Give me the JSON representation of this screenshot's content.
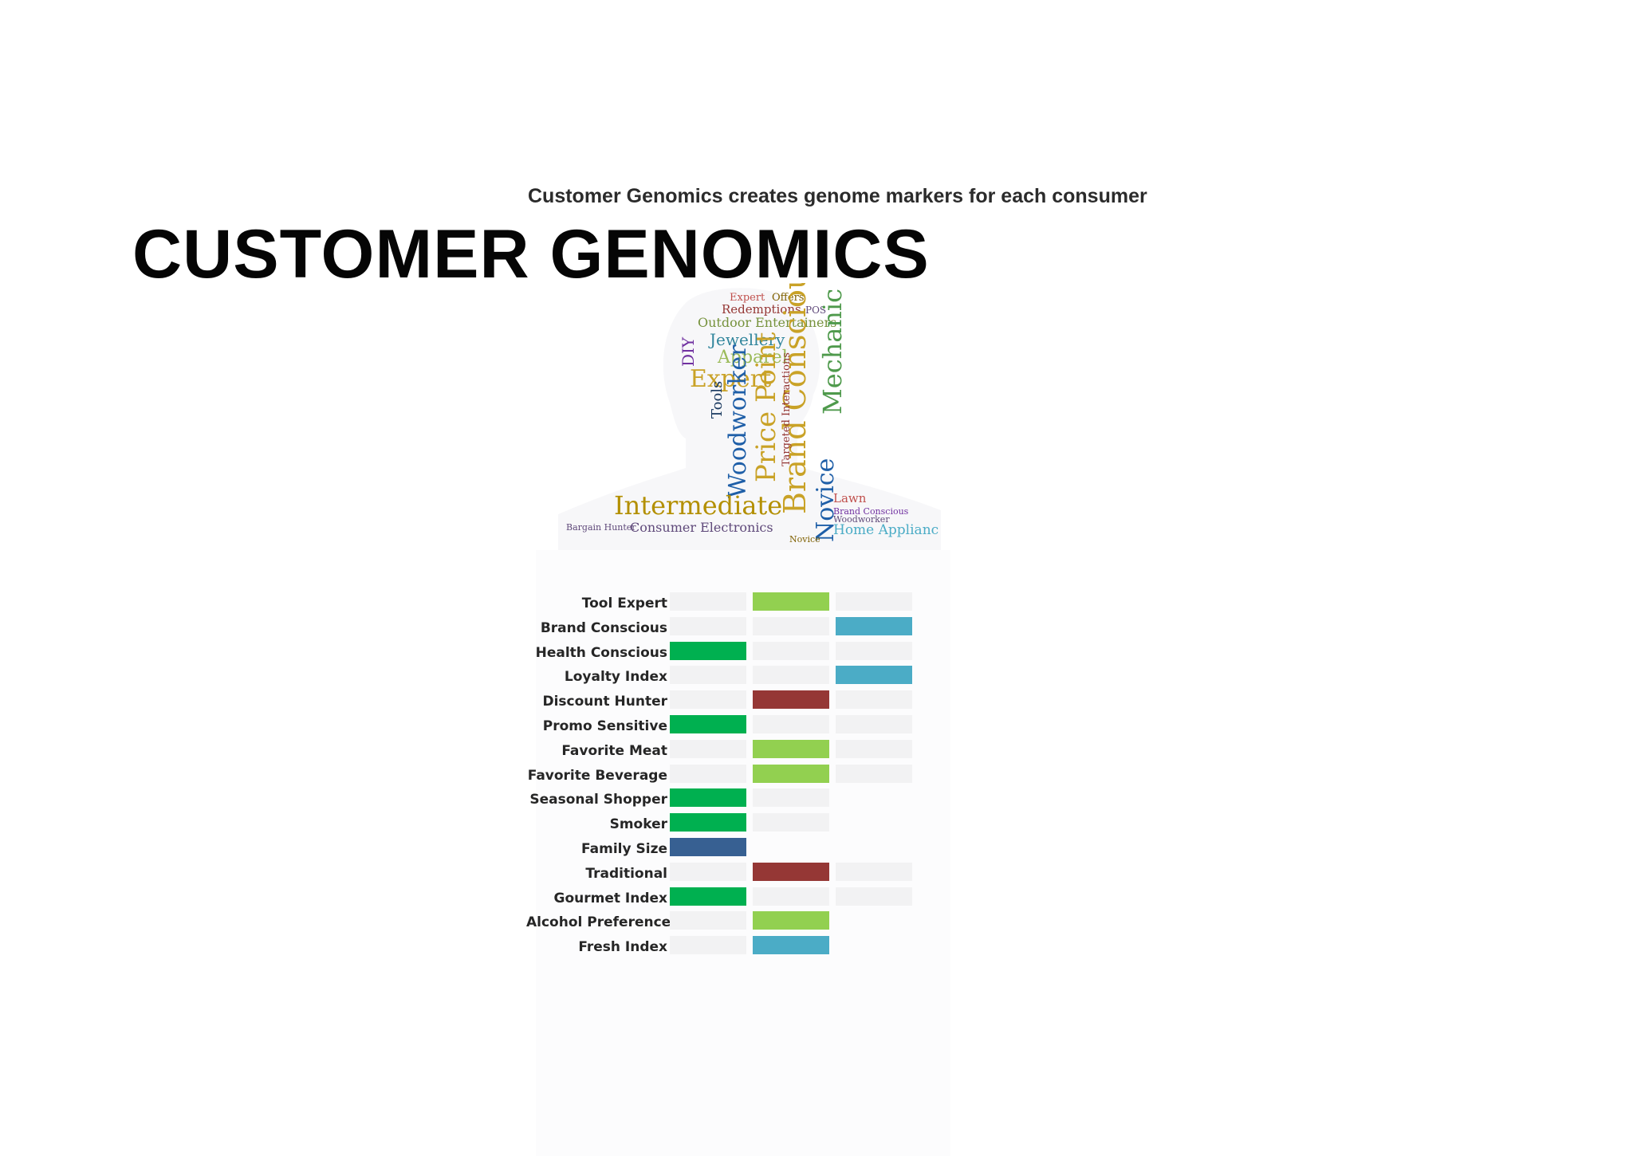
{
  "subtitle": "Customer Genomics creates genome markers for each consumer",
  "title": "CUSTOMER GENOMICS",
  "word_cloud": {
    "words": [
      "Expert",
      "Offers",
      "Redemptions",
      "POS",
      "Outdoor Entertainers",
      "Jewellery",
      "DIY",
      "Apparel",
      "Expert",
      "Brand Conscious",
      "Mechanic",
      "Price Point",
      "Tools",
      "Woodworker",
      "Targeted Interactions",
      "Intermediate",
      "Novice",
      "Lawn",
      "Brand Conscious",
      "Woodworker",
      "Home Applianc",
      "Bargain Hunter",
      "Consumer Electronics",
      "Novice"
    ]
  },
  "marker_grid": {
    "rows": [
      {
        "label": "Tool Expert",
        "active": 1,
        "color": "#92d050"
      },
      {
        "label": "Brand Conscious",
        "active": 2,
        "color": "#4bacc6"
      },
      {
        "label": "Health Conscious",
        "active": 0,
        "color": "#00b050"
      },
      {
        "label": "Loyalty Index",
        "active": 2,
        "color": "#4bacc6"
      },
      {
        "label": "Discount Hunter",
        "active": 1,
        "color": "#953735"
      },
      {
        "label": "Promo Sensitive",
        "active": 0,
        "color": "#00b050"
      },
      {
        "label": "Favorite Meat",
        "active": 1,
        "color": "#92d050"
      },
      {
        "label": "Favorite Beverage",
        "active": 1,
        "color": "#92d050"
      },
      {
        "label": "Seasonal Shopper",
        "active": 0,
        "color": "#00b050",
        "columns": 2
      },
      {
        "label": "Smoker",
        "active": 0,
        "color": "#00b050",
        "columns": 2
      },
      {
        "label": "Family Size",
        "active": 0,
        "color": "#376092",
        "columns": 1
      },
      {
        "label": "Traditional",
        "active": 1,
        "color": "#953735"
      },
      {
        "label": "Gourmet Index",
        "active": 0,
        "color": "#00b050"
      },
      {
        "label": "Alcohol Preference",
        "active": 1,
        "color": "#92d050",
        "columns": 2
      },
      {
        "label": "Fresh Index",
        "active": 1,
        "color": "#4bacc6",
        "columns": 2
      }
    ]
  }
}
